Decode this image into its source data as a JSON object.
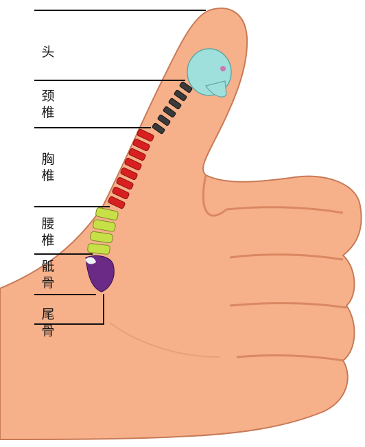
{
  "labels": {
    "head": "头",
    "cervical": "颈椎",
    "thoracic": "胸椎",
    "lumbar": "腰椎",
    "sacrum": "骶骨",
    "coccyx": "尾骨"
  },
  "colors": {
    "skin": "#f6b08a",
    "skin_shadow": "#e08c66",
    "skull": "#9fe0dc",
    "cervical": "#3a3a3a",
    "thoracic": "#d82020",
    "lumbar": "#c8e048",
    "sacrum": "#6a2a86"
  }
}
